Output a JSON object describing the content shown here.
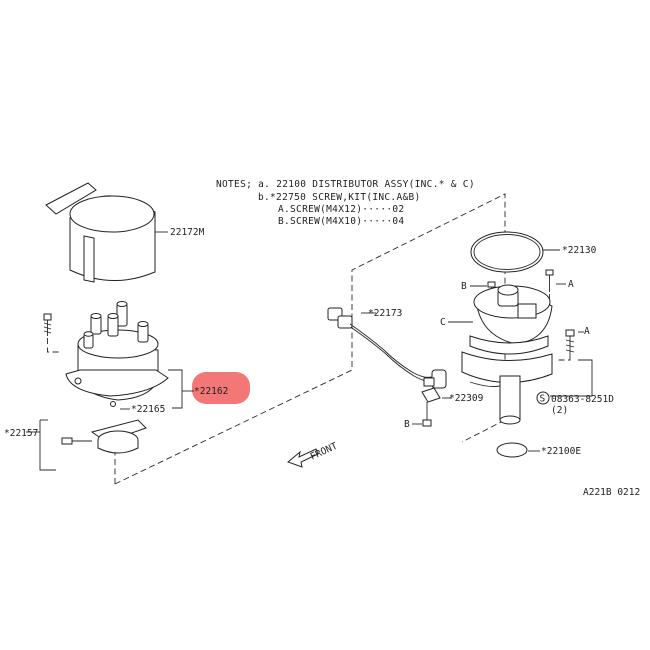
{
  "notes": {
    "line1": "NOTES; a.  22100  DISTRIBUTOR ASSY(INC.* & C)",
    "line2": "b.*22750  SCREW,KIT(INC.A&B)",
    "line3": "A.SCREW(M4X12)·····02",
    "line4": "B.SCREW(M4X10)·····04"
  },
  "parts": {
    "p22172M": "22172M",
    "p22162": "*22162",
    "p22165": "*22165",
    "p22157": "*22157",
    "p22173": "*22173",
    "p22309": "*22309",
    "p22130": "*22130",
    "p08363": "08363-8251D",
    "p08363_qty": "(2)",
    "p08363_sym": "S",
    "p22100E": "*22100E",
    "refA1": "A",
    "refA2": "A",
    "refB1": "B",
    "refB2": "B",
    "refC": "C"
  },
  "front_label": "FRONT",
  "figure_code": "A221B 0212",
  "highlight_color": "#f26b6b"
}
